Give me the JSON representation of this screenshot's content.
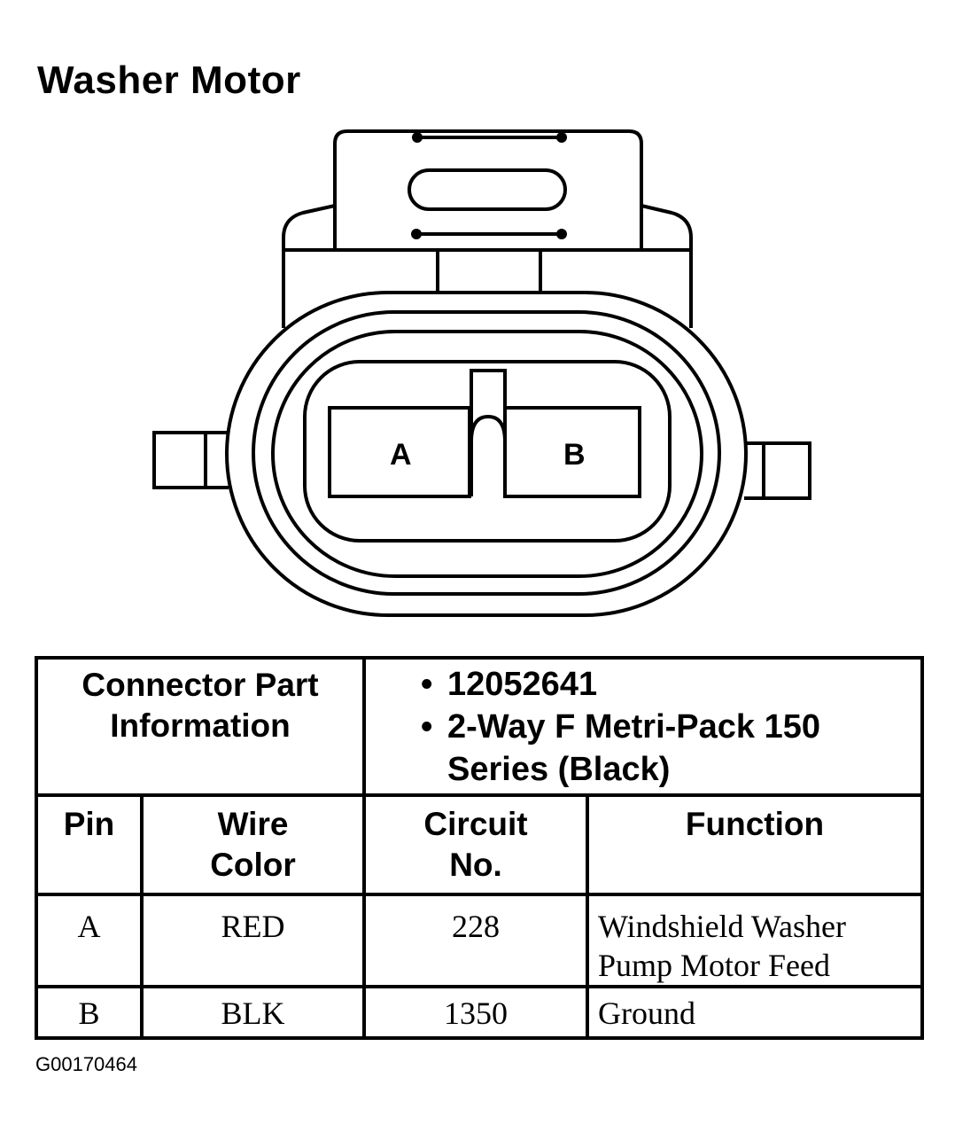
{
  "title": "Washer Motor",
  "connector": {
    "pins": [
      "A",
      "B"
    ]
  },
  "table": {
    "connector_part_info_label_line1": "Connector Part",
    "connector_part_info_label_line2": "Information",
    "part_number": "12052641",
    "part_desc_line1": "2-Way F Metri-Pack 150",
    "part_desc_line2": "Series (Black)",
    "headers": {
      "pin": "Pin",
      "wire_color_line1": "Wire",
      "wire_color_line2": "Color",
      "circuit_line1": "Circuit",
      "circuit_line2": "No.",
      "function": "Function"
    },
    "rows": [
      {
        "pin": "A",
        "wire_color": "RED",
        "circuit": "228",
        "function_line1": "Windshield Washer",
        "function_line2": "Pump Motor Feed"
      },
      {
        "pin": "B",
        "wire_color": "BLK",
        "circuit": "1350",
        "function_line1": "Ground",
        "function_line2": ""
      }
    ]
  },
  "figure_code": "G00170464"
}
